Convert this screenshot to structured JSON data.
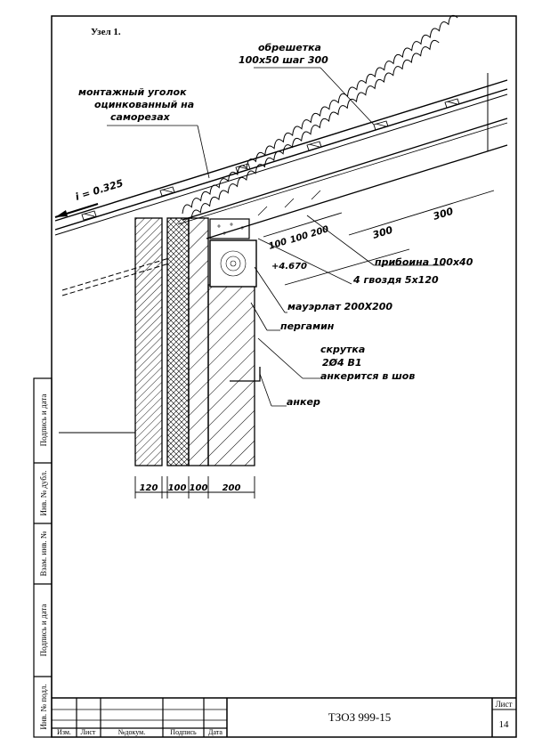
{
  "drawing": {
    "node_title": "Узел 1.",
    "slope": "i = 0.325",
    "callouts": {
      "lathing_line1": "обрешетка",
      "lathing_line2": "100х50 шаг 300",
      "angle_line1": "монтажный уголок",
      "angle_line2": "оцинкованный на",
      "angle_line3": "саморезах",
      "batten": "прибоина 100х40",
      "nails": "4 гвоздя 5х120",
      "mauerlat": "мауэрлат 200Х200",
      "membrane": "пергамин",
      "twist_line1": "скрутка",
      "twist_line2": "2Ø4 В1",
      "twist_line3": "анкерится в шов",
      "anchor": "анкер"
    },
    "elevation": "+4.670",
    "rafter_dims": [
      "100",
      "100",
      "200"
    ],
    "roof_dims": [
      "300",
      "300"
    ],
    "wall_dims": [
      "120",
      "100",
      "100",
      "200"
    ]
  },
  "side_stamp": {
    "fields": [
      "Подпись и дата",
      "Инв. № дубл.",
      "Взам. инв. №",
      "Подпись и дата",
      "Инв. № подл."
    ]
  },
  "title_block": {
    "columns": [
      "Изм.",
      "Лист",
      "№докум.",
      "Подпись",
      "Дата"
    ],
    "designation": "ТЗОЗ 999-15",
    "sheet_label": "Лист",
    "sheet_number": "14"
  }
}
